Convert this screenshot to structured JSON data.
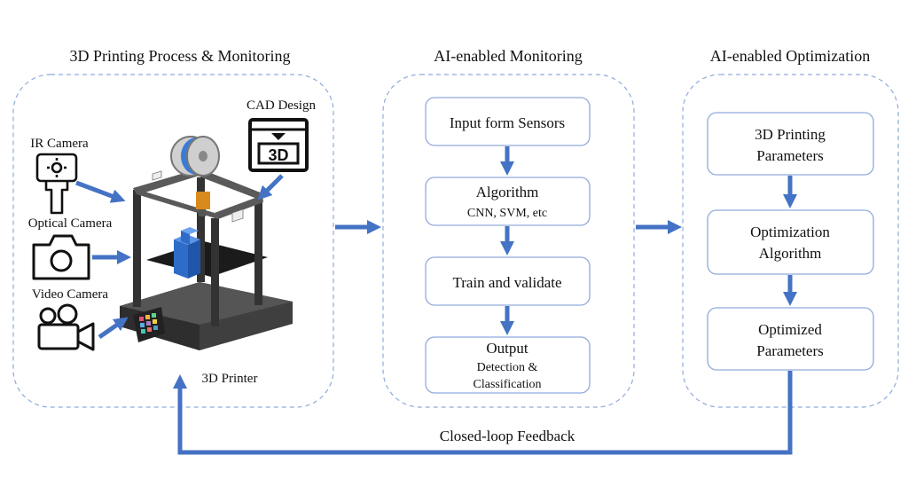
{
  "panels": {
    "process": {
      "title": "3D Printing Process & Monitoring",
      "ir_camera": "IR Camera",
      "optical_camera": "Optical Camera",
      "video_camera": "Video Camera",
      "cad_design": "CAD Design",
      "cad_icon_text": "3D",
      "printer": "3D Printer"
    },
    "monitoring": {
      "title": "AI-enabled  Monitoring",
      "boxes": [
        {
          "line1": "Input form Sensors",
          "line2": ""
        },
        {
          "line1": "Algorithm",
          "line2": "CNN, SVM, etc"
        },
        {
          "line1": "Train and validate",
          "line2": ""
        },
        {
          "line1": "Output",
          "line2": "Detection &",
          "line3": "Classification"
        }
      ]
    },
    "optimization": {
      "title": "AI-enabled  Optimization",
      "boxes": [
        {
          "line1": "3D Printing",
          "line2": "Parameters"
        },
        {
          "line1": "Optimization",
          "line2": "Algorithm"
        },
        {
          "line1": "Optimized",
          "line2": "Parameters"
        }
      ]
    }
  },
  "feedback_label": "Closed-loop Feedback",
  "colors": {
    "arrow": "#4472c4",
    "panel_border": "#8faadc",
    "box_border": "#8faadc",
    "printer_blue": "#3a7bd5"
  },
  "icons": [
    "ir-camera-icon",
    "optical-camera-icon",
    "video-camera-icon",
    "cad-design-icon",
    "3d-printer-icon"
  ]
}
